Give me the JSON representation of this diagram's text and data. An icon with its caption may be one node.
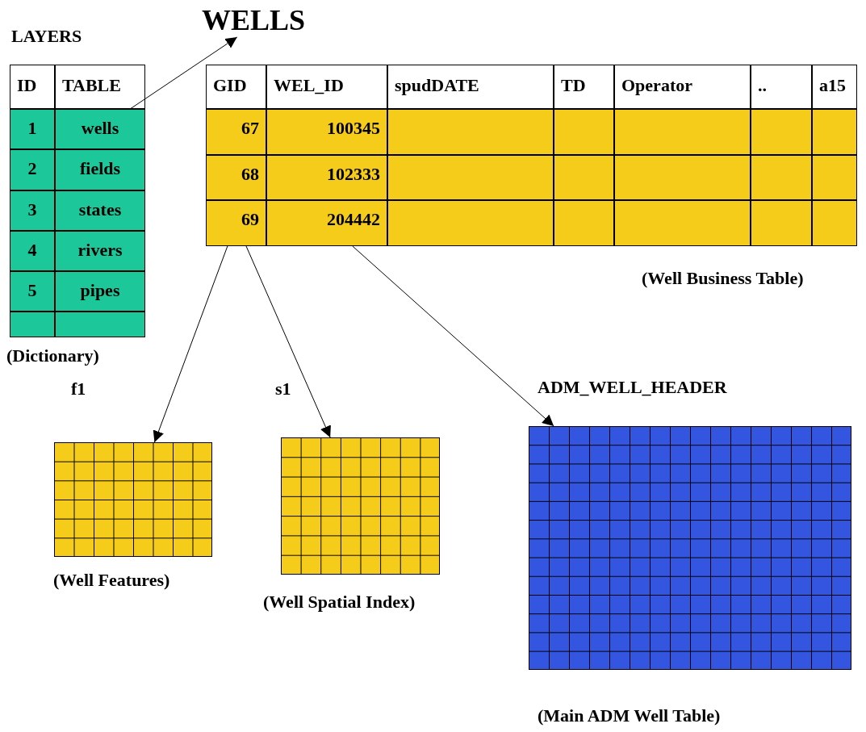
{
  "diagram": {
    "nodes": [
      {
        "text": [
          "LAYERS",
          "(Dictionary)"
        ]
      },
      {
        "text": [
          "wells"
        ],
        "in": 0
      },
      {
        "text": [
          "WELLS"
        ]
      },
      {
        "text": [
          "(Well Business Table)"
        ]
      },
      {
        "text": [
          "69"
        ],
        "in": 3
      },
      {
        "text": [
          "204442"
        ],
        "in": 3
      },
      {
        "text": [
          "f1",
          "(Well Features)"
        ]
      },
      {
        "text": [
          "s1",
          "(Well Spatial Index)"
        ]
      },
      {
        "text": [
          "ADM_WELL_HEADER",
          "(Main ADM Well Table)"
        ]
      }
    ],
    "edges": [
      {
        "from": 1,
        "to": 2,
        "arrow": "to"
      },
      {
        "from": 4,
        "to": 6,
        "arrow": "to"
      },
      {
        "from": 4,
        "to": 7,
        "arrow": "to"
      },
      {
        "from": 5,
        "to": 8,
        "arrow": "to"
      }
    ],
    "labels": [
      "ID",
      "TABLE",
      "1",
      "2",
      "fields",
      "3",
      "states",
      "4",
      "rivers",
      "5",
      "pipes",
      "GID",
      "WEL_ID",
      "spudDATE",
      "TD",
      "Operator",
      "..",
      "a15",
      "67",
      "100345",
      "68",
      "102333"
    ]
  }
}
